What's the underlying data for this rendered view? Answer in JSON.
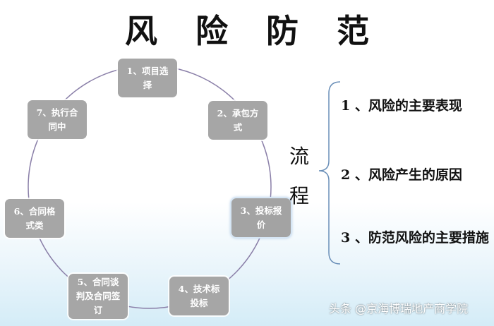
{
  "title": {
    "chars": [
      "风",
      "险",
      "防",
      "范"
    ]
  },
  "cycle": {
    "nodes": [
      {
        "id": "project-selection",
        "label": "1、项目选择"
      },
      {
        "id": "contracting-method",
        "label": "2、承包方式"
      },
      {
        "id": "bid-quotation",
        "label": "3、投标报价"
      },
      {
        "id": "technical-bid",
        "label": "4、技术标投标"
      },
      {
        "id": "contract-negotiation",
        "label": "5、合同谈判及合同签订"
      },
      {
        "id": "contract-format",
        "label": "6、合同格式类"
      },
      {
        "id": "contract-execution",
        "label": "7、执行合同中"
      }
    ],
    "ring_color": "#8a7fa8"
  },
  "process": {
    "label_chars": [
      "流",
      "程"
    ],
    "items": [
      "1 、风险的主要表现",
      "2 、风险产生的原因",
      "3 、防范风险的主要措施"
    ],
    "brace_color": "#6a8fb8"
  },
  "watermark": "头条 @京海博瑞地产商学院"
}
